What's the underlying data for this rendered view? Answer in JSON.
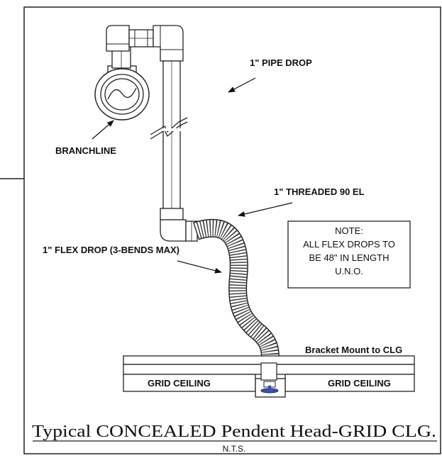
{
  "labels": {
    "pipe_drop": "1\" PIPE DROP",
    "branchline": "BRANCHLINE",
    "threaded_el": "1\" THREADED 90 EL",
    "flex_drop": "1\" FLEX DROP (3-BENDS MAX)",
    "bracket_mount": "Bracket Mount to CLG",
    "grid_ceiling_left": "GRID CEILING",
    "grid_ceiling_right": "GRID CEILING"
  },
  "note": {
    "line1": "NOTE:",
    "line2": "ALL FLEX DROPS TO",
    "line3": "BE 48\" IN LENGTH",
    "line4": "U.N.O."
  },
  "title": "Typical CONCEALED Pendent Head-GRID CLG.",
  "subtitle": "N.T.S."
}
